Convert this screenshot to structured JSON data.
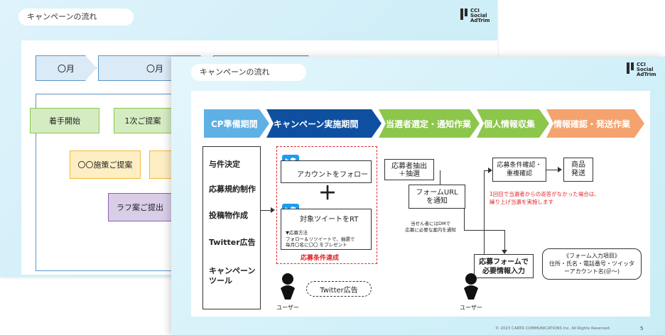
{
  "back_slide": {
    "title": "キャンペーンの流れ",
    "logo_lines": [
      "CCI",
      "Social",
      "AdTrim"
    ],
    "timeline": [
      "〇月",
      "〇月"
    ],
    "steps": [
      "着手開始",
      "1次ご提案",
      "〇〇施策ご提案",
      "ラフ案ご提出"
    ]
  },
  "front_slide": {
    "title": "キャンペーンの流れ",
    "logo_lines": [
      "CCI",
      "Social",
      "AdTrim"
    ],
    "phases": [
      "CP準備期間",
      "キャンペーン実施期間",
      "当選者選定・通知作業",
      "個人情報収集",
      "情報確認・発送作業"
    ],
    "left_items": [
      "与件決定",
      "応募規約制作",
      "投稿物作成",
      "Twitter広告",
      "キャンペーン",
      "ツール"
    ],
    "follow_label": "アカウントをフォロー",
    "plus": "＋",
    "rt_label": "対象ツイートをRT",
    "rt_note_head": "▼応募方法",
    "rt_note_1": "フォロー＆リツイートで、抽選で",
    "rt_note_2": "毎月〇名に〇〇 をプレゼント",
    "condition": "応募条件達成",
    "user_label": "ユーザー",
    "twitter_ad": "Twitter広告",
    "lottery_1": "応募者抽出",
    "lottery_2": "＋抽選",
    "form_url_1": "フォームURL",
    "form_url_2": "を通知",
    "dm_note_1": "当せん者にはDMで",
    "dm_note_2": "応募に必要な案内を通知",
    "confirm_1": "応募条件確認・",
    "confirm_2": "重複確認",
    "ship_1": "商品",
    "ship_2": "発送",
    "red_note_1": "1回目で当選者からの返答がなかった場合は、",
    "red_note_2": "繰り上げ当選を実施します",
    "form_input_1": "応募フォームで",
    "form_input_2": "必要情報入力",
    "form_items_1": "《フォーム入力項目》",
    "form_items_2": "住所・氏名・電話番号・ツイッタ",
    "form_items_3": "ーアカウント名(＠～)",
    "user_label_2": "ユーザー",
    "footer": "© 2023 CARTA COMMUNICATIONS Inc.  All Rights Reserved.",
    "page_number": "5"
  },
  "colors": {
    "phase_1": "#5fb0e4",
    "phase_2": "#0f4fa0",
    "phase_3": "#8cc64b",
    "phase_4": "#8cc64b",
    "phase_5": "#f4a36e",
    "twitter": "#1d9bf0",
    "alert": "#e0262b"
  }
}
